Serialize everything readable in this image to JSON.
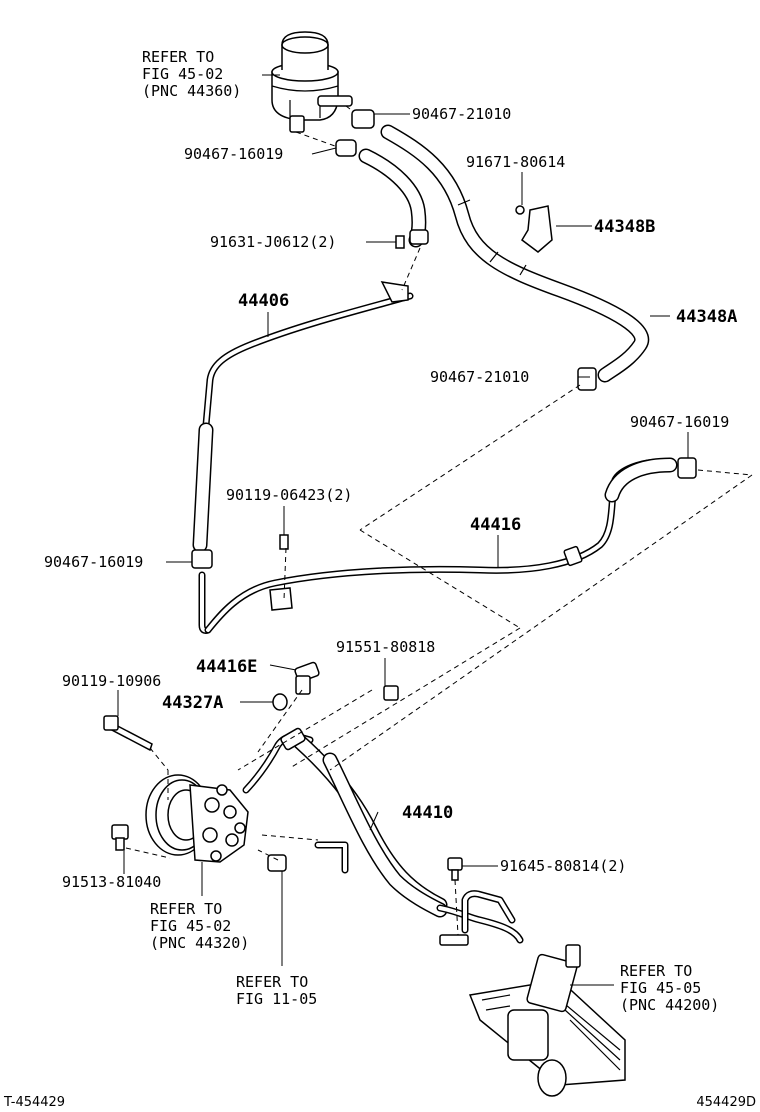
{
  "labels": {
    "reservoir_ref_1": "REFER TO",
    "reservoir_ref_2": "FIG 45-02",
    "reservoir_ref_3": "(PNC 44360)",
    "clamp_top_right": "90467-21010",
    "clamp_top_left": "90467-16019",
    "bolt_91671": "91671-80614",
    "bracket_44348B": "44348B",
    "bolt_91631": "91631-J0612(2)",
    "hose_44406": "44406",
    "hose_44348A": "44348A",
    "clamp_mid": "90467-21010",
    "clamp_right": "90467-16019",
    "bolt_90119_06423": "90119-06423(2)",
    "pipe_44416": "44416",
    "clamp_left": "90467-16019",
    "bolt_91551": "91551-80818",
    "union_44416E": "44416E",
    "bolt_90119_10906": "90119-10906",
    "gasket_44327A": "44327A",
    "pipe_44410": "44410",
    "bolt_91645": "91645-80814(2)",
    "bolt_91513": "91513-81040",
    "pump_ref_1": "REFER TO",
    "pump_ref_2": "FIG 45-02",
    "pump_ref_3": "(PNC 44320)",
    "fig11_ref_1": "REFER TO",
    "fig11_ref_2": "FIG 11-05",
    "gear_ref_1": "REFER TO",
    "gear_ref_2": "FIG 45-05",
    "gear_ref_3": "(PNC 44200)"
  },
  "footer": {
    "left_code": "T-454429",
    "right_code": "454429D"
  }
}
